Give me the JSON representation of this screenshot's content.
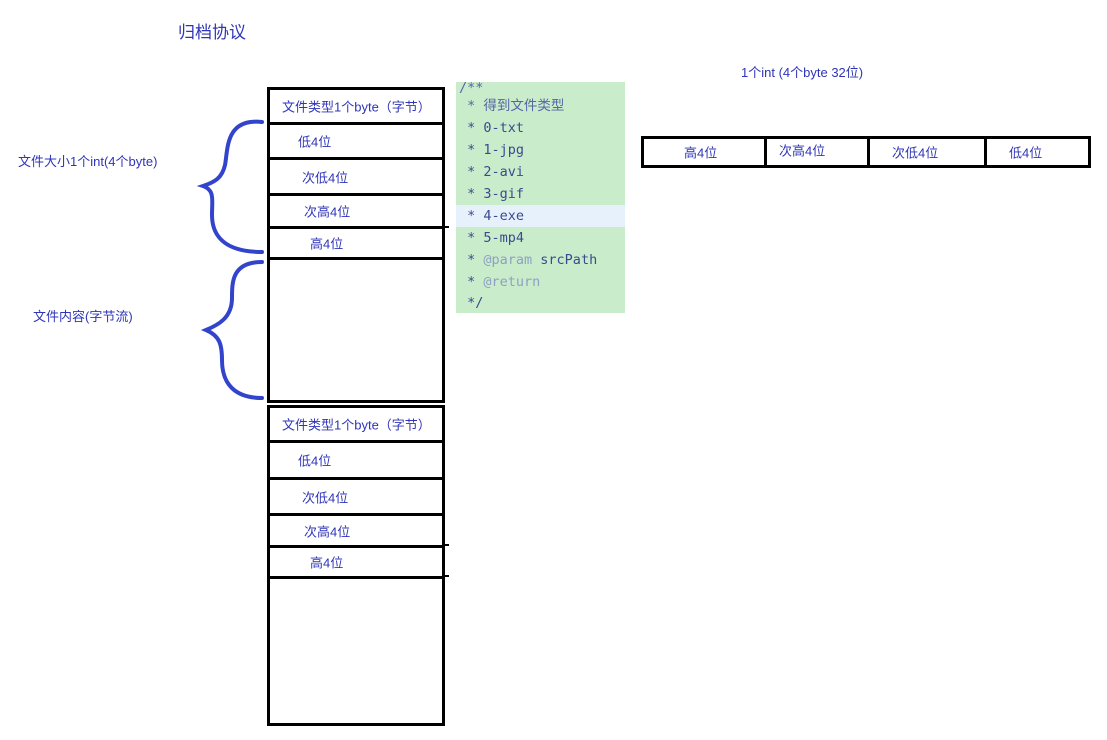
{
  "title": "归档协议",
  "labels": {
    "file_size": "文件大小1个int(4个byte)",
    "file_content": "文件内容(字节流)"
  },
  "block_top": {
    "type_cell": "文件类型1个byte（字节）",
    "cells": [
      "低4位",
      "次低4位",
      "次高4位",
      "高4位"
    ]
  },
  "block_bottom": {
    "type_cell": "文件类型1个byte（字节）",
    "cells": [
      "低4位",
      "次低4位",
      "次高4位",
      "高4位"
    ]
  },
  "code_comment": {
    "lines": [
      "/**",
      " * 得到文件类型",
      " * 0-txt",
      " * 1-jpg",
      " * 2-avi",
      " * 3-gif",
      " * 4-exe",
      " * 5-mp4",
      " * @param srcPath",
      " * @return",
      " */"
    ],
    "highlighted_line": 6
  },
  "int_diagram": {
    "title": "1个int   (4个byte 32位)",
    "segments": [
      "高4位",
      "次高4位",
      "次低4位",
      "低4位"
    ]
  },
  "colors": {
    "text": "#2f35b8",
    "brace": "#3344cc",
    "code_bg": "#c9eccb",
    "code_highlight": "#e6f1fb",
    "border": "#000000"
  }
}
